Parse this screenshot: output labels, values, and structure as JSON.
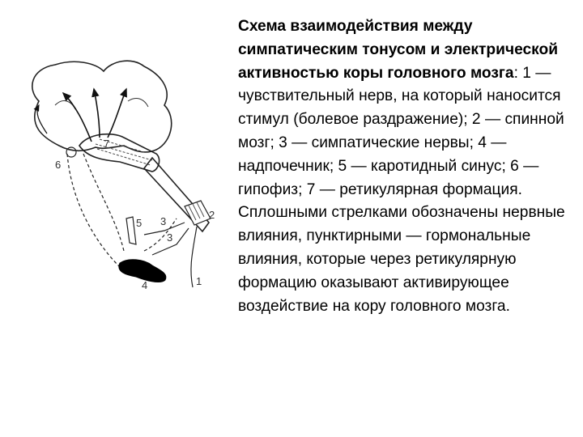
{
  "figure": {
    "labels": {
      "l1": "1",
      "l2": "2",
      "l3a": "3",
      "l3b": "3",
      "l4": "4",
      "l5": "5",
      "l6": "6",
      "l7": "7"
    }
  },
  "caption": {
    "title": "Схема взаимодействия между симпатическим тонусом и электрической активностью коры головного мозга",
    "text": ": 1 — чувствительный нерв, на который наносится стимул (болевое раздражение); 2 — спинной мозг; 3 — симпатические нервы; 4 — надпочечник; 5 — каротидный синус; 6 — гипофиз; 7 — ретикулярная формация. Сплошными стрелками обозначены нервные влияния, пунктирными — гормональные влияния, которые через ретикулярную формацию оказывают активирующее воздействие на кору головного мозга."
  }
}
